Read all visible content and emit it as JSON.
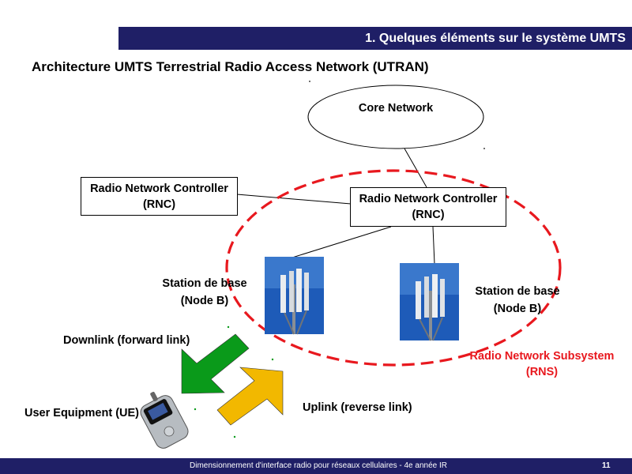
{
  "header": {
    "section_title": "1. Quelques éléments sur le système UMTS"
  },
  "slide": {
    "title": "Architecture UMTS Terrestrial Radio Access Network (UTRAN)"
  },
  "nodes": {
    "core_network": "Core Network",
    "rnc_left": {
      "line1": "Radio Network Controller",
      "line2": "(RNC)"
    },
    "rnc_right": {
      "line1": "Radio Network Controller",
      "line2": "(RNC)"
    },
    "station_left": {
      "line1": "Station de base",
      "line2": "(Node B)"
    },
    "station_right": {
      "line1": "Station de base",
      "line2": "(Node B)"
    },
    "rns": {
      "line1": "Radio Network Subsystem",
      "line2": "(RNS)"
    },
    "user_equipment": "User Equipment (UE)"
  },
  "links": {
    "downlink": "Downlink (forward link)",
    "uplink": "Uplink (reverse link)"
  },
  "footer": {
    "text": "Dimensionnement d'interface radio pour réseaux cellulaires - 4e année IR",
    "page": "11"
  },
  "colors": {
    "bar": "#1f1f66",
    "rns_outline": "#e8181e",
    "downlink_arrow": "#0a9a1a",
    "uplink_arrow": "#f2b800",
    "sky": "#1e5bb8"
  }
}
